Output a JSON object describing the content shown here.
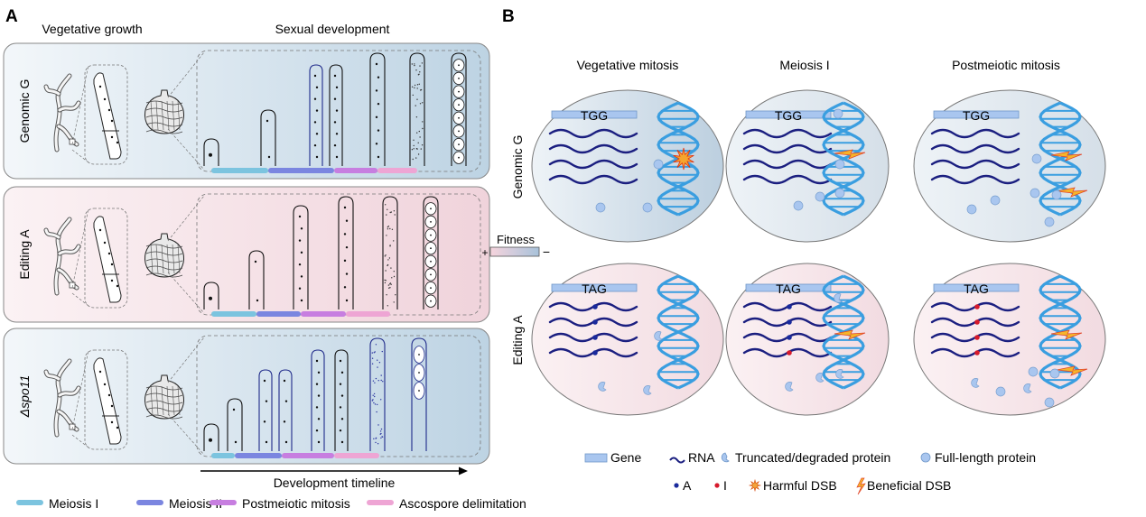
{
  "panel_a": {
    "letter": "A",
    "col_vegetative": "Vegetative growth",
    "col_sexual": "Sexual development",
    "rows": [
      {
        "label": "Genomic G",
        "italic": false,
        "tint": "blue"
      },
      {
        "label": "Editing A",
        "italic": false,
        "tint": "pink"
      },
      {
        "label": "Δspo11",
        "italic": true,
        "tint": "blue"
      }
    ],
    "timeline_label": "Development timeline"
  },
  "panel_b": {
    "letter": "B",
    "columns": [
      "Vegetative mitosis",
      "Meiosis I",
      "Postmeiotic mitosis"
    ],
    "rows": [
      "Genomic G",
      "Editing A"
    ],
    "codons": [
      "TGG",
      "TAG"
    ],
    "fitness": {
      "label": "Fitness",
      "plus": "+",
      "minus": "−"
    }
  },
  "stage_legend": [
    {
      "label": "Meiosis I",
      "color": "#7cc4df"
    },
    {
      "label": "Meiosis II",
      "color": "#7b86e0"
    },
    {
      "label": "Postmeiotic mitosis",
      "color": "#c77ee0"
    },
    {
      "label": "Ascospore delimitation",
      "color": "#eea5d4"
    }
  ],
  "legend_b": {
    "gene": "Gene",
    "rna": "RNA",
    "truncated": "Truncated/degraded protein",
    "full": "Full-length protein",
    "a": "A",
    "i": "I",
    "harmful": "Harmful DSB",
    "beneficial": "Beneficial DSB"
  },
  "colors": {
    "blue_tint": "#bdd3e3",
    "pink_tint": "#f2d7de",
    "rna": "#1b1f80",
    "dna": "#3a9ee0",
    "protein": "#a9c6ef",
    "editing_a": "#1a2a9c",
    "editing_i": "#d61a2c",
    "gene_bar": "#a9c6ef"
  }
}
